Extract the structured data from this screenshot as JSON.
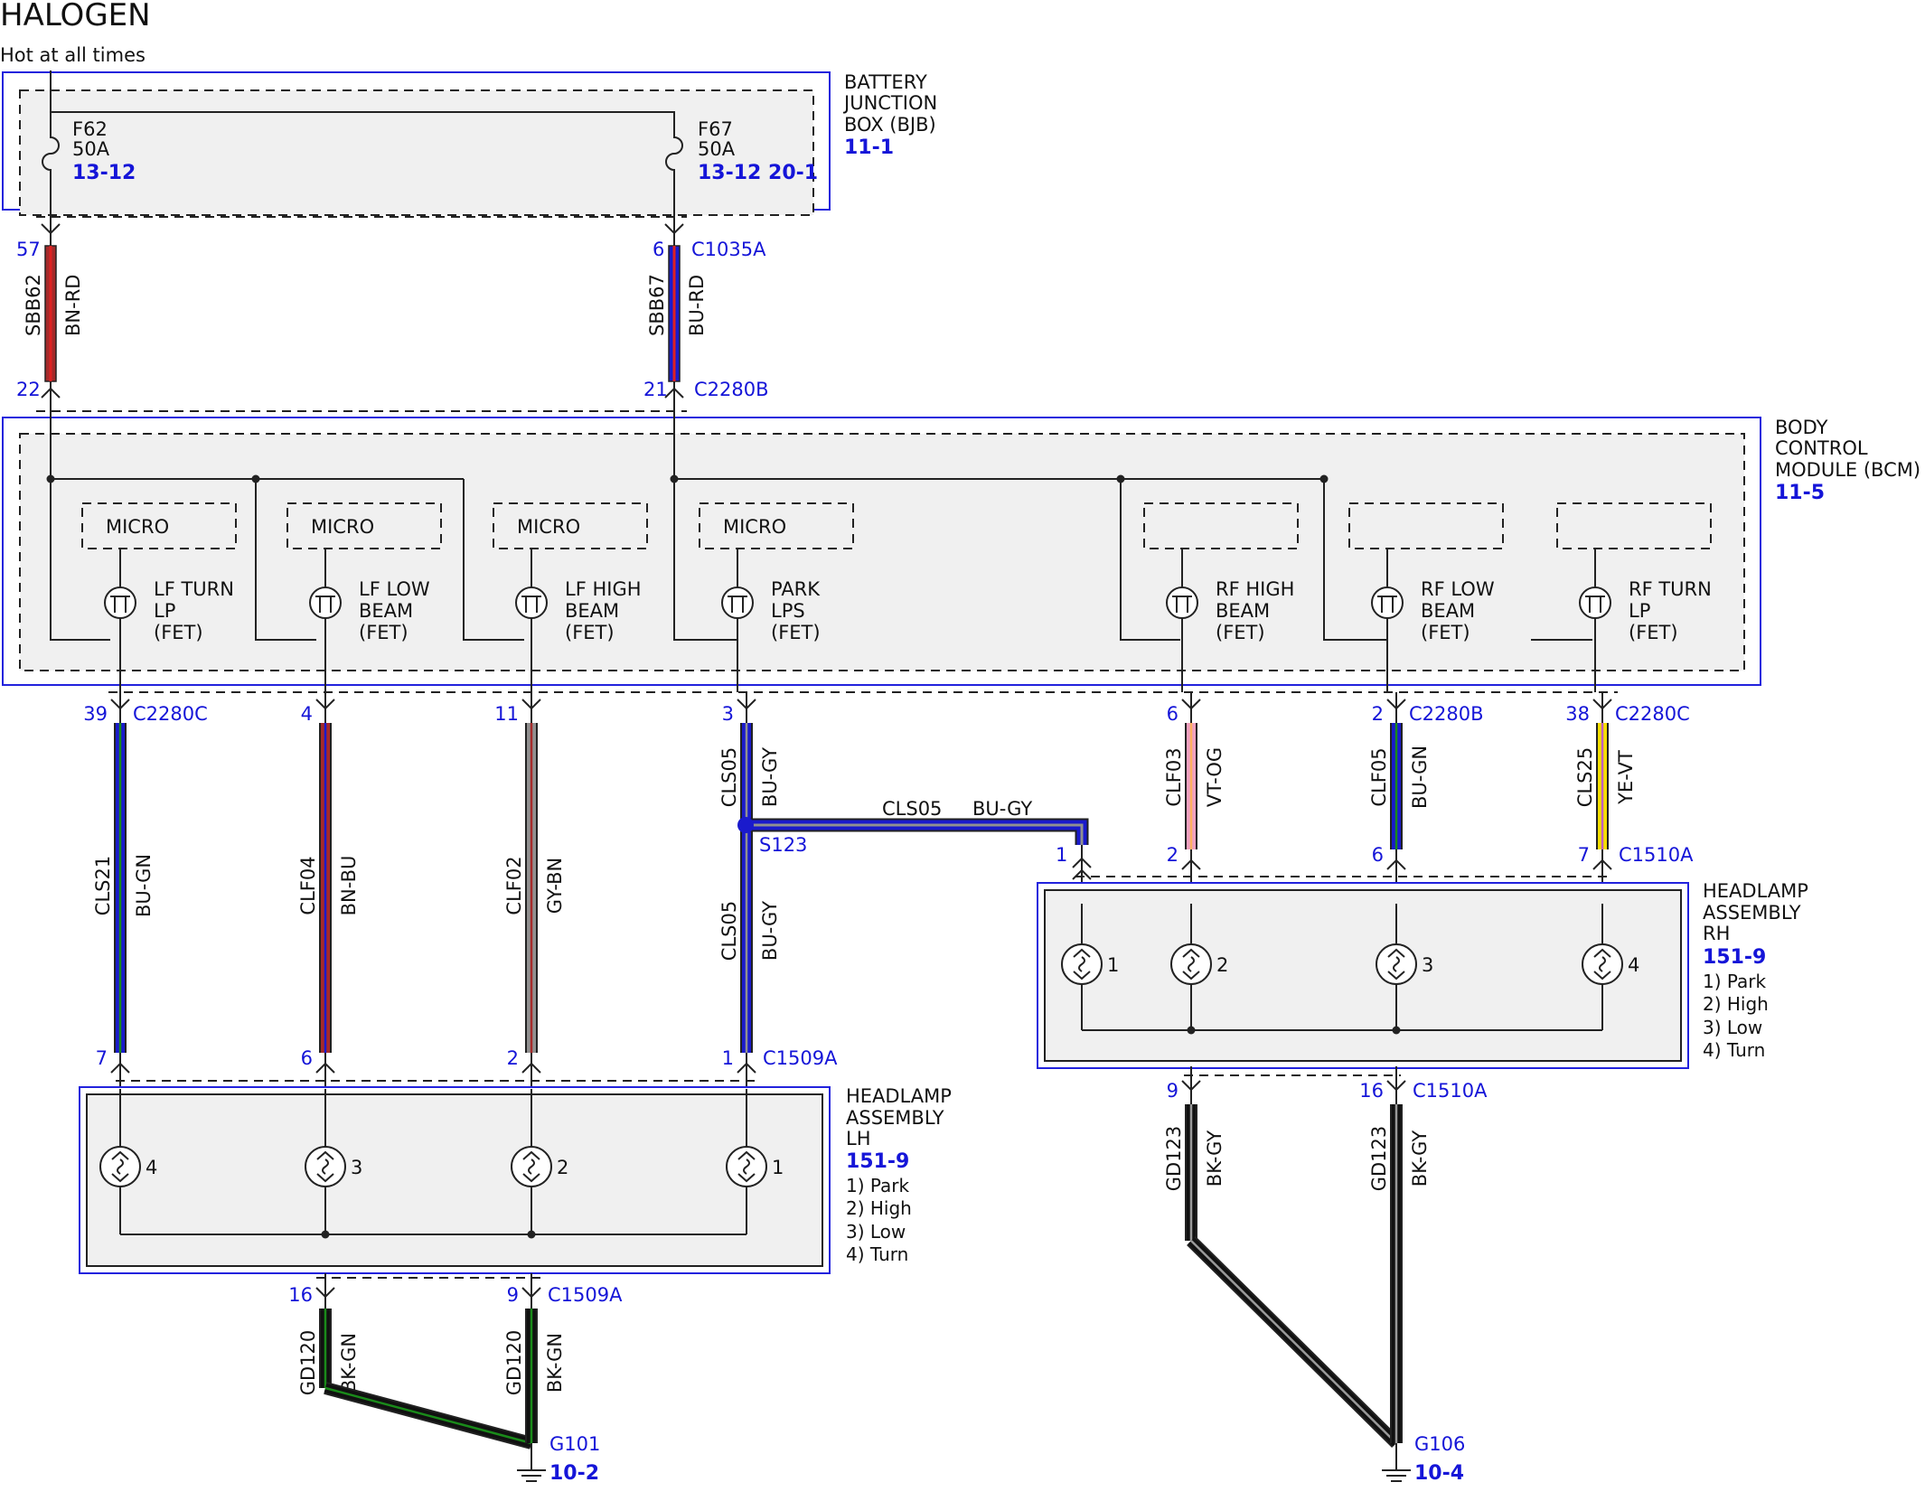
{
  "title": "HALOGEN",
  "hot_label": "Hot at all times",
  "bjb": {
    "name_lines": [
      "BATTERY",
      "JUNCTION",
      "BOX (BJB)"
    ],
    "ref": "11-1",
    "fuses": [
      {
        "id": "F62",
        "rating": "50A",
        "refs": "13-12"
      },
      {
        "id": "F67",
        "rating": "50A",
        "refs": "13-12 20-1"
      }
    ]
  },
  "bcm": {
    "name_lines": [
      "BODY",
      "CONTROL",
      "MODULE (BCM)"
    ],
    "ref": "11-5",
    "micro_label": "MICRO",
    "drivers": [
      {
        "lines": [
          "LF TURN",
          "LP",
          "(FET)"
        ],
        "has_micro": true
      },
      {
        "lines": [
          "LF LOW",
          "BEAM",
          "(FET)"
        ],
        "has_micro": true
      },
      {
        "lines": [
          "LF HIGH",
          "BEAM",
          "(FET)"
        ],
        "has_micro": true
      },
      {
        "lines": [
          "PARK",
          "LPS",
          "(FET)"
        ],
        "has_micro": true
      },
      {
        "lines": [
          "RF HIGH",
          "BEAM",
          "(FET)"
        ],
        "has_micro": false
      },
      {
        "lines": [
          "RF LOW",
          "BEAM",
          "(FET)"
        ],
        "has_micro": false
      },
      {
        "lines": [
          "RF TURN",
          "LP",
          "(FET)"
        ],
        "has_micro": false
      }
    ]
  },
  "feeds": [
    {
      "circuit": "SBB62",
      "color": "BN-RD",
      "pin_top": "57",
      "pin_bottom": "22",
      "conn_top": "",
      "conn_bottom": ""
    },
    {
      "circuit": "SBB67",
      "color": "BU-RD",
      "pin_top": "6",
      "pin_bottom": "21",
      "conn_top": "C1035A",
      "conn_bottom": "C2280B"
    }
  ],
  "outputs": [
    {
      "circuit": "CLS21",
      "color": "BU-GN",
      "pin_top": "39",
      "conn_top": "C2280C",
      "pin_bottom": "7",
      "conn_bottom": ""
    },
    {
      "circuit": "CLF04",
      "color": "BN-BU",
      "pin_top": "4",
      "conn_top": "",
      "pin_bottom": "6",
      "conn_bottom": ""
    },
    {
      "circuit": "CLF02",
      "color": "GY-BN",
      "pin_top": "11",
      "conn_top": "",
      "pin_bottom": "2",
      "conn_bottom": ""
    },
    {
      "circuit": "CLS05",
      "color": "BU-GY",
      "pin_top": "3",
      "conn_top": "",
      "pin_bottom": "1",
      "conn_bottom": "C1509A"
    },
    {
      "circuit": "CLF03",
      "color": "VT-OG",
      "pin_top": "6",
      "conn_top": "",
      "pin_bottom": "2",
      "conn_bottom": ""
    },
    {
      "circuit": "CLF05",
      "color": "BU-GN",
      "pin_top": "2",
      "conn_top": "C2280B",
      "pin_bottom": "6",
      "conn_bottom": ""
    },
    {
      "circuit": "CLS25",
      "color": "YE-VT",
      "pin_top": "38",
      "conn_top": "C2280C",
      "pin_bottom": "7",
      "conn_bottom": "C1510A"
    }
  ],
  "splice": {
    "id": "S123",
    "circuit": "CLS05",
    "color": "BU-GY",
    "branch_pin": "1"
  },
  "headlamp_lh": {
    "name_lines": [
      "HEADLAMP",
      "ASSEMBLY",
      "LH"
    ],
    "ref": "151-9",
    "legend": [
      "1) Park",
      "2) High",
      "3) Low",
      "4) Turn"
    ],
    "bulbs": [
      "4",
      "3",
      "2",
      "1"
    ]
  },
  "headlamp_rh": {
    "name_lines": [
      "HEADLAMP",
      "ASSEMBLY",
      "RH"
    ],
    "ref": "151-9",
    "legend": [
      "1) Park",
      "2) High",
      "3) Low",
      "4) Turn"
    ],
    "bulbs": [
      "1",
      "2",
      "3",
      "4"
    ]
  },
  "grounds": [
    {
      "circuit": "GD120",
      "color": "BK-GN",
      "pins": [
        "16",
        "9"
      ],
      "connector": "C1509A",
      "ground": "G101",
      "ref": "10-2"
    },
    {
      "circuit": "GD123",
      "color": "BK-GY",
      "pins": [
        "9",
        "16"
      ],
      "connector": "C1510A",
      "ground": "G106",
      "ref": "10-4"
    }
  ],
  "colors": {
    "box_border": "#2222dd",
    "ref_text": "#1515d8",
    "wire_BN-RD": [
      "#a52a2a",
      "#dd2222"
    ],
    "wire_BU-RD": [
      "#1a1acc",
      "#dd2222"
    ],
    "wire_BU-GN": [
      "#1a1acc",
      "#1a8a1a"
    ],
    "wire_BN-BU": [
      "#a52a2a",
      "#1a1acc"
    ],
    "wire_GY-BN": [
      "#909090",
      "#a52a2a"
    ],
    "wire_BU-GY": [
      "#1a1acc",
      "#909090"
    ],
    "wire_VT-OG": [
      "#f0a0c0",
      "#ffb060"
    ],
    "wire_YE-VT": [
      "#f5e000",
      "#c060c0"
    ],
    "wire_BK-GN": [
      "#111111",
      "#1a8a1a"
    ],
    "wire_BK-GY": [
      "#111111",
      "#999999"
    ]
  }
}
